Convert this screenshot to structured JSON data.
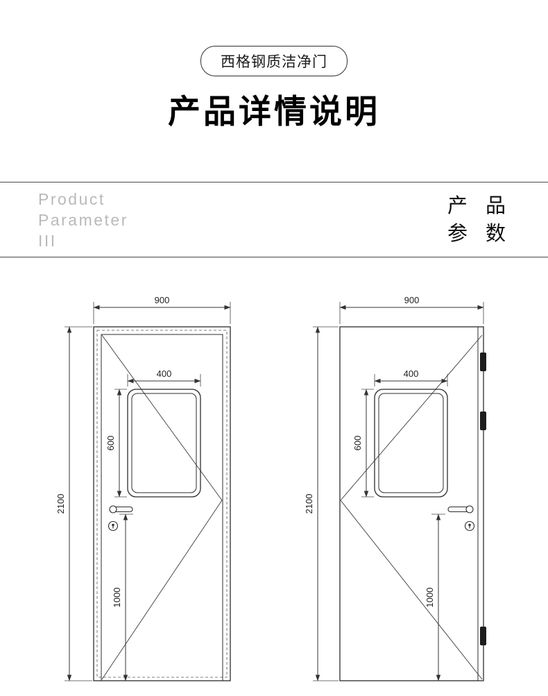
{
  "badge": {
    "label": "西格钢质洁净门"
  },
  "title": "产品详情说明",
  "section_header": {
    "en": [
      "Product",
      "Parameter",
      "III"
    ],
    "cn": [
      "产 品",
      "参 数"
    ]
  },
  "diagram": {
    "left_door": {
      "door_width": "900",
      "door_height": "2100",
      "window_width": "400",
      "window_height": "600",
      "handle_height": "1000"
    },
    "right_door": {
      "door_width": "900",
      "door_height": "2100",
      "window_width": "400",
      "window_height": "600",
      "handle_height": "1000"
    }
  }
}
